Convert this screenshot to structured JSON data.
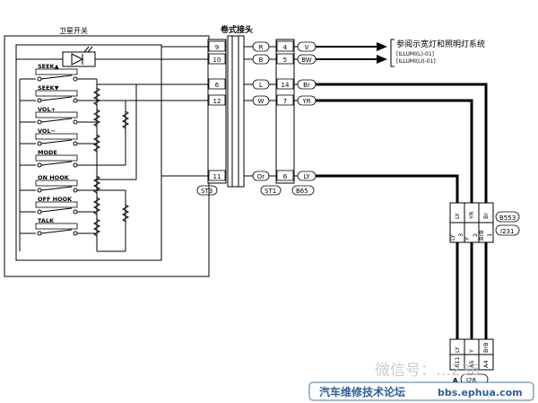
{
  "switch_box": {
    "title": "卫星开关",
    "buttons": [
      "SEEK▲",
      "SEEK▼",
      "VOL+",
      "VOL−",
      "MODE",
      "ON HOOK",
      "OFF HOOK",
      "TALK"
    ]
  },
  "spiral": {
    "title": "卷式接头",
    "left_pins": [
      "9",
      "10",
      "6",
      "12",
      "11"
    ],
    "right_pins": [
      "4",
      "5",
      "14",
      "7",
      "6"
    ],
    "wire_colors": [
      "R",
      "B",
      "L",
      "W",
      "Or"
    ],
    "out_colors": [
      "V",
      "BW",
      "Br",
      "YR",
      "LY"
    ],
    "label_st3": "ST3",
    "label_st1": "ST1",
    "label_b65": "B65"
  },
  "reference": {
    "line1": "参阅示宽灯和照明灯系统",
    "line2": "[ILLUMI(L)-01]",
    "line3": "[ILLUMI(LI)-01]"
  },
  "connector_mid": {
    "colors": [
      "LY",
      "YR",
      "Br"
    ],
    "pins_top": [
      "LY",
      "3",
      "Y",
      "2",
      "BrB",
      "1"
    ],
    "label_b553": "B553",
    "label_i231": "I231"
  },
  "connector_bottom": {
    "colors": [
      "LY",
      "Y",
      "BrB"
    ],
    "pins": [
      "A11",
      "A5",
      "A4"
    ],
    "label_a": "A",
    "label_i28": "I28"
  },
  "watermark": {
    "wechat": "微信号：…236",
    "forum": "汽车维修技术论坛",
    "url": "bbs.ephua.com"
  }
}
